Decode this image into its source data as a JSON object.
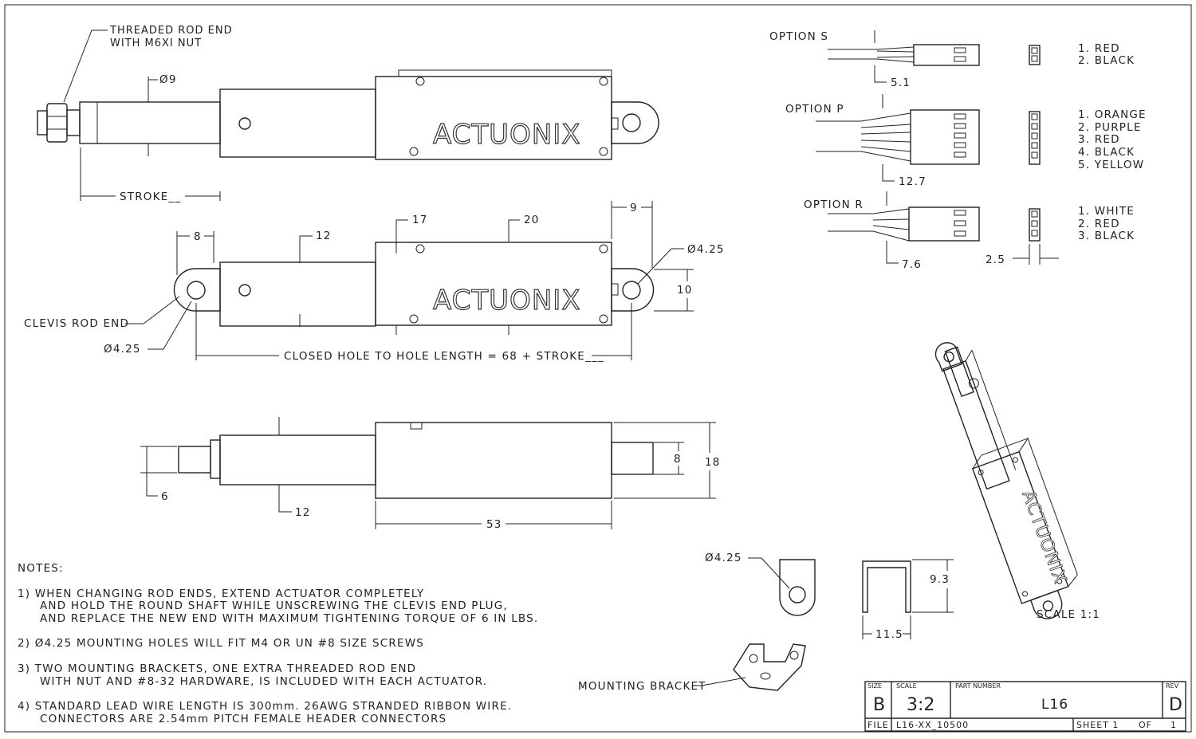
{
  "top_view": {
    "rod_end_label_1": "THREADED ROD END",
    "rod_end_label_2": "WITH M6XI NUT",
    "diameter_label": "Ø9",
    "stroke_label": "STROKE__",
    "brand": "ACTUONIX"
  },
  "mid_view": {
    "dim_8": "8",
    "dim_12": "12",
    "dim_17": "17",
    "dim_20": "20",
    "dim_9": "9",
    "dim_hole_right": "Ø4.25",
    "dim_10": "10",
    "clevis_label": "CLEVIS ROD END",
    "dim_hole_left": "Ø4.25",
    "closed_length": "CLOSED HOLE TO HOLE LENGTH = 68 + STROKE___",
    "brand": "ACTUONIX"
  },
  "side_view": {
    "dim_6": "6",
    "dim_12": "12",
    "dim_8": "8",
    "dim_18": "18",
    "dim_53": "53"
  },
  "connectors": {
    "option_s": {
      "label": "OPTION S",
      "dim": "5.1",
      "pins": [
        "1. RED",
        "2. BLACK"
      ]
    },
    "option_p": {
      "label": "OPTION P",
      "dim": "12.7",
      "pins": [
        "1. ORANGE",
        "2. PURPLE",
        "3. RED",
        "4. BLACK",
        "5. YELLOW"
      ]
    },
    "option_r": {
      "label": "OPTION R",
      "dim": "7.6",
      "pins": [
        "1. WHITE",
        "2. RED",
        "3. BLACK"
      ]
    },
    "pitch": "2.5"
  },
  "iso_view": {
    "scale_label": "SCALE 1:1",
    "brand": "ACTUONIX"
  },
  "notes": {
    "heading": "NOTES:",
    "lines": [
      "1) WHEN CHANGING ROD ENDS, EXTEND ACTUATOR COMPLETELY",
      "AND HOLD THE ROUND SHAFT WHILE UNSCREWING THE CLEVIS END PLUG,",
      "AND REPLACE THE NEW END WITH MAXIMUM TIGHTENING TORQUE OF 6 IN LBS.",
      "2) Ø4.25 MOUNTING HOLES WILL FIT M4 OR UN #8 SIZE SCREWS",
      "3) TWO MOUNTING BRACKETS, ONE EXTRA THREADED ROD END",
      "WITH NUT AND #8-32 HARDWARE, IS INCLUDED WITH EACH ACTUATOR.",
      "4) STANDARD LEAD WIRE LENGTH IS 300mm. 26AWG STRANDED RIBBON WIRE.",
      "CONNECTORS ARE 2.54mm PITCH FEMALE HEADER CONNECTORS"
    ]
  },
  "bracket": {
    "hole": "Ø4.25",
    "dim_93": "9.3",
    "dim_115": "11.5",
    "label": "MOUNTING BRACKET"
  },
  "title_block": {
    "size_h": "SIZE",
    "size": "B",
    "scale_h": "SCALE",
    "scale": "3:2",
    "part_h": "PART NUMBER",
    "part": "L16",
    "rev_h": "REV",
    "rev": "D",
    "file_h": "FILE",
    "file": "L16-XX_10500",
    "sheet": "SHEET 1",
    "of": "OF",
    "total": "1"
  }
}
